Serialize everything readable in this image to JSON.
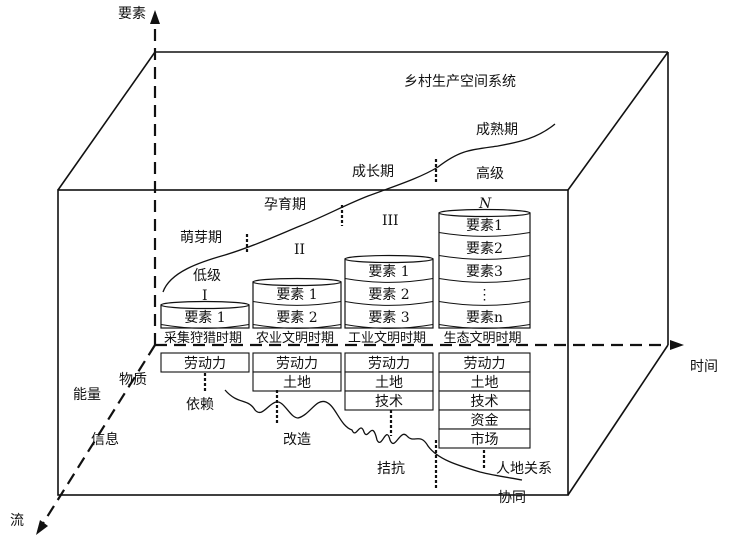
{
  "axes": {
    "vertical": "要素",
    "horizontal": "时间",
    "depth": "流"
  },
  "flows": [
    "能量",
    "物质",
    "信息"
  ],
  "system_title": "乡村生产空间系统",
  "stages": [
    "萌芽期",
    "孕育期",
    "成长期",
    "成熟期"
  ],
  "levels": {
    "low": "低级",
    "high": "高级",
    "roman": [
      "I",
      "II",
      "III",
      "N"
    ]
  },
  "stacks": [
    [
      "要素 1"
    ],
    [
      "要素 1",
      "要素 2"
    ],
    [
      "要素 1",
      "要素 2",
      "要素 3"
    ],
    [
      "要素1",
      "要素2",
      "要素3",
      "⋮",
      "要素n"
    ]
  ],
  "periods": [
    "采集狩猎时期",
    "农业文明时期",
    "工业文明时期",
    "生态文明时期"
  ],
  "factor_columns": [
    [
      "劳动力"
    ],
    [
      "劳动力",
      "土地"
    ],
    [
      "劳动力",
      "土地",
      "技术"
    ],
    [
      "劳动力",
      "土地",
      "技术",
      "资金",
      "市场"
    ]
  ],
  "relation_stages": [
    "依赖",
    "改造",
    "拮抗",
    "协同"
  ],
  "relation_label": "人地关系"
}
